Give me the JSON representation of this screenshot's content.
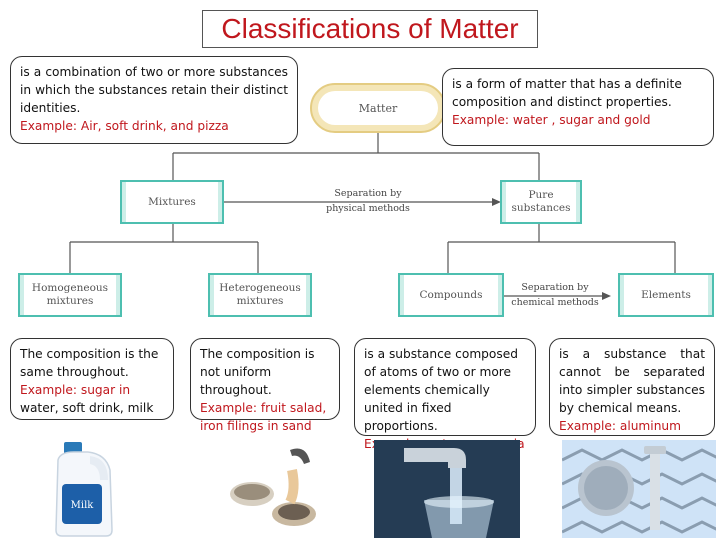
{
  "title": "Classifications of Matter",
  "callouts": {
    "mixture": {
      "text": "is a combination of two or more substances in which the substances retain their distinct identities.",
      "example": "Example: Air, soft drink, and pizza"
    },
    "pure_substance": {
      "text": "is a form of matter that has a definite composition and distinct properties.",
      "example": "Example: water , sugar and gold"
    },
    "homogeneous": {
      "text": "The composition is the same throughout.",
      "example": "Example: sugar in",
      "tail": "water, soft drink, milk"
    },
    "heterogeneous": {
      "text": "The composition is not uniform throughout.",
      "example": "Example: fruit salad, iron filings in sand"
    },
    "compound": {
      "text": "is a substance composed of atoms of two or more elements chemically united in fixed proportions.",
      "example": "Example: water, ammonia"
    },
    "element": {
      "text": "is a substance that cannot be separated into simpler substances by chemical means.",
      "example": "Example: aluminum"
    }
  },
  "diagram": {
    "matter": "Matter",
    "mixtures": "Mixtures",
    "pure_line1": "Pure",
    "pure_line2": "substances",
    "homogeneous_line1": "Homogeneous",
    "homogeneous_line2": "mixtures",
    "heterogeneous_line1": "Heterogeneous",
    "heterogeneous_line2": "mixtures",
    "compounds": "Compounds",
    "elements": "Elements",
    "sep_physical_line1": "Separation by",
    "sep_physical_line2": "physical methods",
    "sep_chemical_line1": "Separation by",
    "sep_chemical_line2": "chemical methods"
  },
  "photos": {
    "milk_jug_label": "Milk"
  },
  "colors": {
    "title_red": "#c0171d",
    "node_teal": "#4dbfb0",
    "node_fill": "#cdeee8",
    "matter_gold": "#e4cc82"
  }
}
